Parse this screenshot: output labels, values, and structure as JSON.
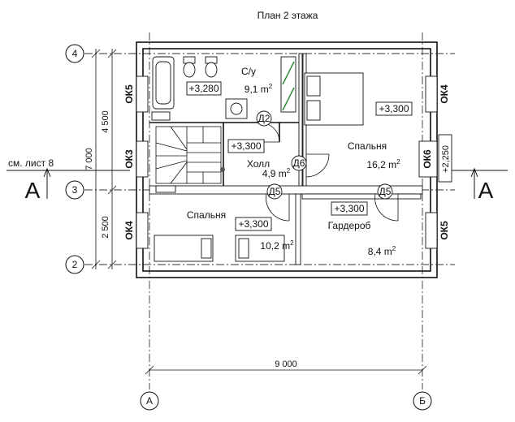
{
  "title": "План 2 этажа",
  "axes": {
    "rows": [
      "4",
      "3",
      "2"
    ],
    "columns": [
      "А",
      "Б"
    ]
  },
  "dimensions": {
    "total_width": "9 000",
    "total_depth": "7 000",
    "upper": "4 500",
    "lower": "2 500"
  },
  "section": {
    "mark": "А",
    "reference": "см. лист 8"
  },
  "windows": {
    "left": [
      "ОК5",
      "ОК3",
      "ОК4"
    ],
    "right": [
      "ОК4",
      "ОК6",
      "ОК5"
    ],
    "left_upper": "ОК5",
    "left_middle": "ОК3",
    "left_lower": "ОК4",
    "right_upper": "ОК4",
    "right_middle": "ОК6",
    "right_lower": "ОК5"
  },
  "rooms": {
    "bath": {
      "name": "С/у",
      "area": "9,1 m",
      "level": "+3,280"
    },
    "bedroom_main": {
      "name": "Спальня",
      "area": "16,2 m",
      "level": "+3,300"
    },
    "hall": {
      "name": "Холл",
      "area": "4,9 m",
      "level": "+3,300"
    },
    "bedroom_small": {
      "name": "Спальня",
      "area": "10,2 m",
      "level": "+3,300"
    },
    "wardrobe": {
      "name": "Гардероб",
      "area": "8,4 m",
      "level": "+3,300"
    }
  },
  "area_exponent": "2",
  "doors": {
    "bath": "Д2",
    "hall": "Д6",
    "bedroom_small": "Д5",
    "wardrobe": "Д5"
  },
  "sill_height": "+2,250"
}
